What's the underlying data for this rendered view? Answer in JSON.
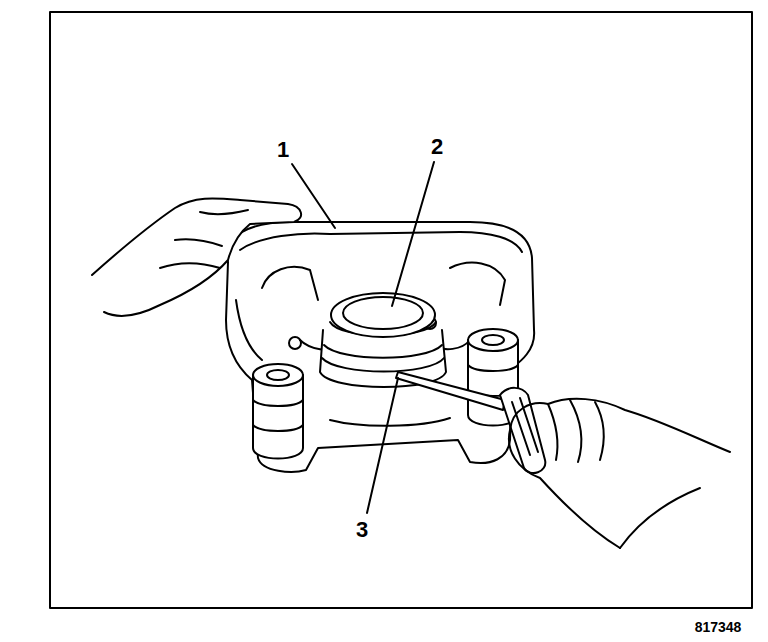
{
  "diagram": {
    "labels": [
      "1",
      "2",
      "3",
      "817348"
    ]
  }
}
